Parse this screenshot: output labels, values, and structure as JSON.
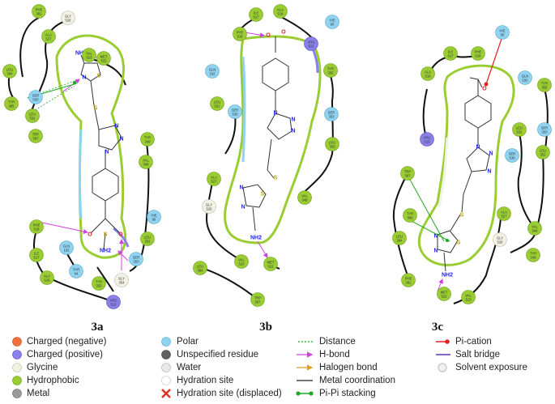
{
  "panels": [
    {
      "label": "3a",
      "residues": [
        {
          "name": "PHE",
          "num": "381",
          "type": "hydrophobic"
        },
        {
          "name": "GLY",
          "num": "526",
          "type": "glycine"
        },
        {
          "name": "ALA",
          "num": "527",
          "type": "hydrophobic"
        },
        {
          "name": "VAL",
          "num": "523",
          "type": "hydrophobic"
        },
        {
          "name": "MET",
          "num": "522",
          "type": "hydrophobic"
        },
        {
          "name": "LEU",
          "num": "384",
          "type": "hydrophobic"
        },
        {
          "name": "SER",
          "num": "530",
          "type": "polar"
        },
        {
          "name": "TYR",
          "num": "385",
          "type": "hydrophobic"
        },
        {
          "name": "LEU",
          "num": "531",
          "type": "hydrophobic"
        },
        {
          "name": "TRP",
          "num": "387",
          "type": "hydrophobic"
        },
        {
          "name": "TYR",
          "num": "348",
          "type": "hydrophobic"
        },
        {
          "name": "VAL",
          "num": "349",
          "type": "hydrophobic"
        },
        {
          "name": "HIE",
          "num": "90",
          "type": "polar"
        },
        {
          "name": "LEU",
          "num": "352",
          "type": "hydrophobic"
        },
        {
          "name": "PHE",
          "num": "518",
          "type": "hydrophobic"
        },
        {
          "name": "ILE",
          "num": "517",
          "type": "hydrophobic"
        },
        {
          "name": "GLN",
          "num": "192",
          "type": "polar"
        },
        {
          "name": "SER",
          "num": "353",
          "type": "polar"
        },
        {
          "name": "ALA",
          "num": "516",
          "type": "hydrophobic"
        },
        {
          "name": "THR",
          "num": "94",
          "type": "polar"
        },
        {
          "name": "TYR",
          "num": "355",
          "type": "hydrophobic"
        },
        {
          "name": "GLY",
          "num": "354",
          "type": "glycine"
        },
        {
          "name": "ARG",
          "num": "513",
          "type": "positive"
        }
      ],
      "atoms": [
        "NH2",
        "S",
        "N",
        "S",
        "N",
        "N",
        "N",
        "O",
        "S",
        "O",
        "NH2"
      ]
    },
    {
      "label": "3b",
      "residues": [
        {
          "name": "ILE",
          "num": "517",
          "type": "hydrophobic"
        },
        {
          "name": "ALA",
          "num": "516",
          "type": "hydrophobic"
        },
        {
          "name": "HIE",
          "num": "90",
          "type": "polar"
        },
        {
          "name": "PHE",
          "num": "518",
          "type": "hydrophobic"
        },
        {
          "name": "ARG",
          "num": "513",
          "type": "positive"
        },
        {
          "name": "GLN",
          "num": "192",
          "type": "polar"
        },
        {
          "name": "TYR",
          "num": "355",
          "type": "hydrophobic"
        },
        {
          "name": "LEU",
          "num": "531",
          "type": "hydrophobic"
        },
        {
          "name": "SER",
          "num": "530",
          "type": "polar"
        },
        {
          "name": "SER",
          "num": "353",
          "type": "polar"
        },
        {
          "name": "LEU",
          "num": "352",
          "type": "hydrophobic"
        },
        {
          "name": "ALA",
          "num": "527",
          "type": "hydrophobic"
        },
        {
          "name": "GLY",
          "num": "526",
          "type": "glycine"
        },
        {
          "name": "VAL",
          "num": "349",
          "type": "hydrophobic"
        },
        {
          "name": "LEU",
          "num": "384",
          "type": "hydrophobic"
        },
        {
          "name": "VAL",
          "num": "523",
          "type": "hydrophobic"
        },
        {
          "name": "MET",
          "num": "522",
          "type": "hydrophobic"
        },
        {
          "name": "TRP",
          "num": "387",
          "type": "hydrophobic"
        }
      ],
      "atoms": [
        "O",
        "O",
        "N",
        "N",
        "N",
        "S",
        "N",
        "N",
        "S",
        "NH2"
      ]
    },
    {
      "label": "3c",
      "residues": [
        {
          "name": "ILE",
          "num": "517",
          "type": "hydrophobic"
        },
        {
          "name": "PHE",
          "num": "518",
          "type": "hydrophobic"
        },
        {
          "name": "HIE",
          "num": "90",
          "type": "polar"
        },
        {
          "name": "ALA",
          "num": "516",
          "type": "hydrophobic"
        },
        {
          "name": "GLN",
          "num": "192",
          "type": "polar"
        },
        {
          "name": "TYR",
          "num": "355",
          "type": "hydrophobic"
        },
        {
          "name": "ARG",
          "num": "513",
          "type": "positive"
        },
        {
          "name": "LEU",
          "num": "531",
          "type": "hydrophobic"
        },
        {
          "name": "SER",
          "num": "353",
          "type": "polar"
        },
        {
          "name": "SER",
          "num": "530",
          "type": "polar"
        },
        {
          "name": "LEU",
          "num": "352",
          "type": "hydrophobic"
        },
        {
          "name": "TRP",
          "num": "387",
          "type": "hydrophobic"
        },
        {
          "name": "TYR",
          "num": "385",
          "type": "hydrophobic"
        },
        {
          "name": "ALA",
          "num": "527",
          "type": "hydrophobic"
        },
        {
          "name": "GLY",
          "num": "526",
          "type": "glycine"
        },
        {
          "name": "VAL",
          "num": "349",
          "type": "hydrophobic"
        },
        {
          "name": "LEU",
          "num": "384",
          "type": "hydrophobic"
        },
        {
          "name": "TYR",
          "num": "348",
          "type": "hydrophobic"
        },
        {
          "name": "PHE",
          "num": "381",
          "type": "hydrophobic"
        },
        {
          "name": "MET",
          "num": "522",
          "type": "hydrophobic"
        },
        {
          "name": "VAL",
          "num": "523",
          "type": "hydrophobic"
        }
      ],
      "atoms": [
        "O",
        "N",
        "N",
        "N",
        "S",
        "N",
        "S",
        "N",
        "NH2"
      ]
    }
  ],
  "legend": {
    "col1": [
      {
        "text": "Charged (negative)",
        "color": "#f07040"
      },
      {
        "text": "Charged (positive)",
        "color": "#8a80ea"
      },
      {
        "text": "Glycine",
        "color": "#f2f2e4"
      },
      {
        "text": "Hydrophobic",
        "color": "#9acd32"
      },
      {
        "text": "Metal",
        "color": "#9a9a9a"
      }
    ],
    "col2": [
      {
        "text": "Polar",
        "color": "#8fd3f0"
      },
      {
        "text": "Unspecified residue",
        "color": "#606060"
      },
      {
        "text": "Water",
        "color": "#e8e8e8"
      },
      {
        "text": "Hydration site",
        "color": "#ffffff"
      },
      {
        "text": "Hydration site (displaced)",
        "color": "#e03020"
      }
    ],
    "col3": [
      {
        "text": "Distance",
        "color": "#22aa22"
      },
      {
        "text": "H-bond",
        "color": "#d040e0"
      },
      {
        "text": "Halogen bond",
        "color": "#e0a020"
      },
      {
        "text": "Metal coordination",
        "color": "#222222"
      },
      {
        "text": "Pi-Pi stacking",
        "color": "#22aa22"
      }
    ],
    "col4": [
      {
        "text": "Pi-cation",
        "color": "#e02020"
      },
      {
        "text": "Salt bridge",
        "color": "#6030c0"
      },
      {
        "text": "Solvent exposure",
        "color": "#cccccc"
      }
    ]
  }
}
